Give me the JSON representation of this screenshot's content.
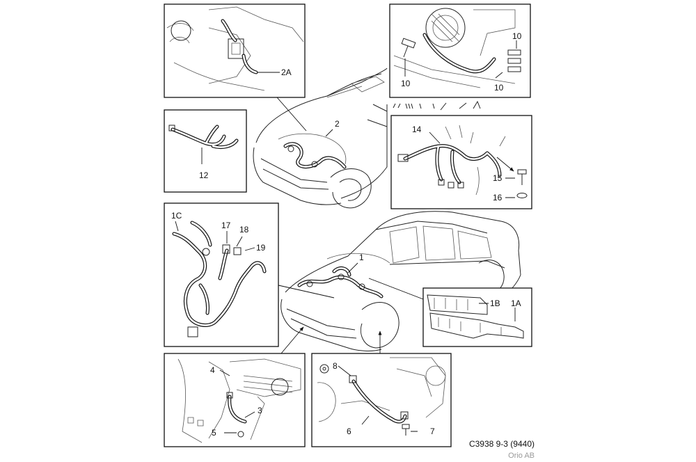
{
  "callouts": {
    "c2A": "2A",
    "c10a": "10",
    "c10b": "10",
    "c10c": "10",
    "c2": "2",
    "c12": "12",
    "c14": "14",
    "c15": "15",
    "c16": "16",
    "c1C": "1C",
    "c17": "17",
    "c18": "18",
    "c19": "19",
    "c1": "1",
    "c1B": "1B",
    "c1A": "1A",
    "c4": "4",
    "c3": "3",
    "c5": "5",
    "c8": "8",
    "c6": "6",
    "c7": "7"
  },
  "caption": {
    "code": "C3938 9-3 (9440)",
    "credit": "Orio AB"
  }
}
